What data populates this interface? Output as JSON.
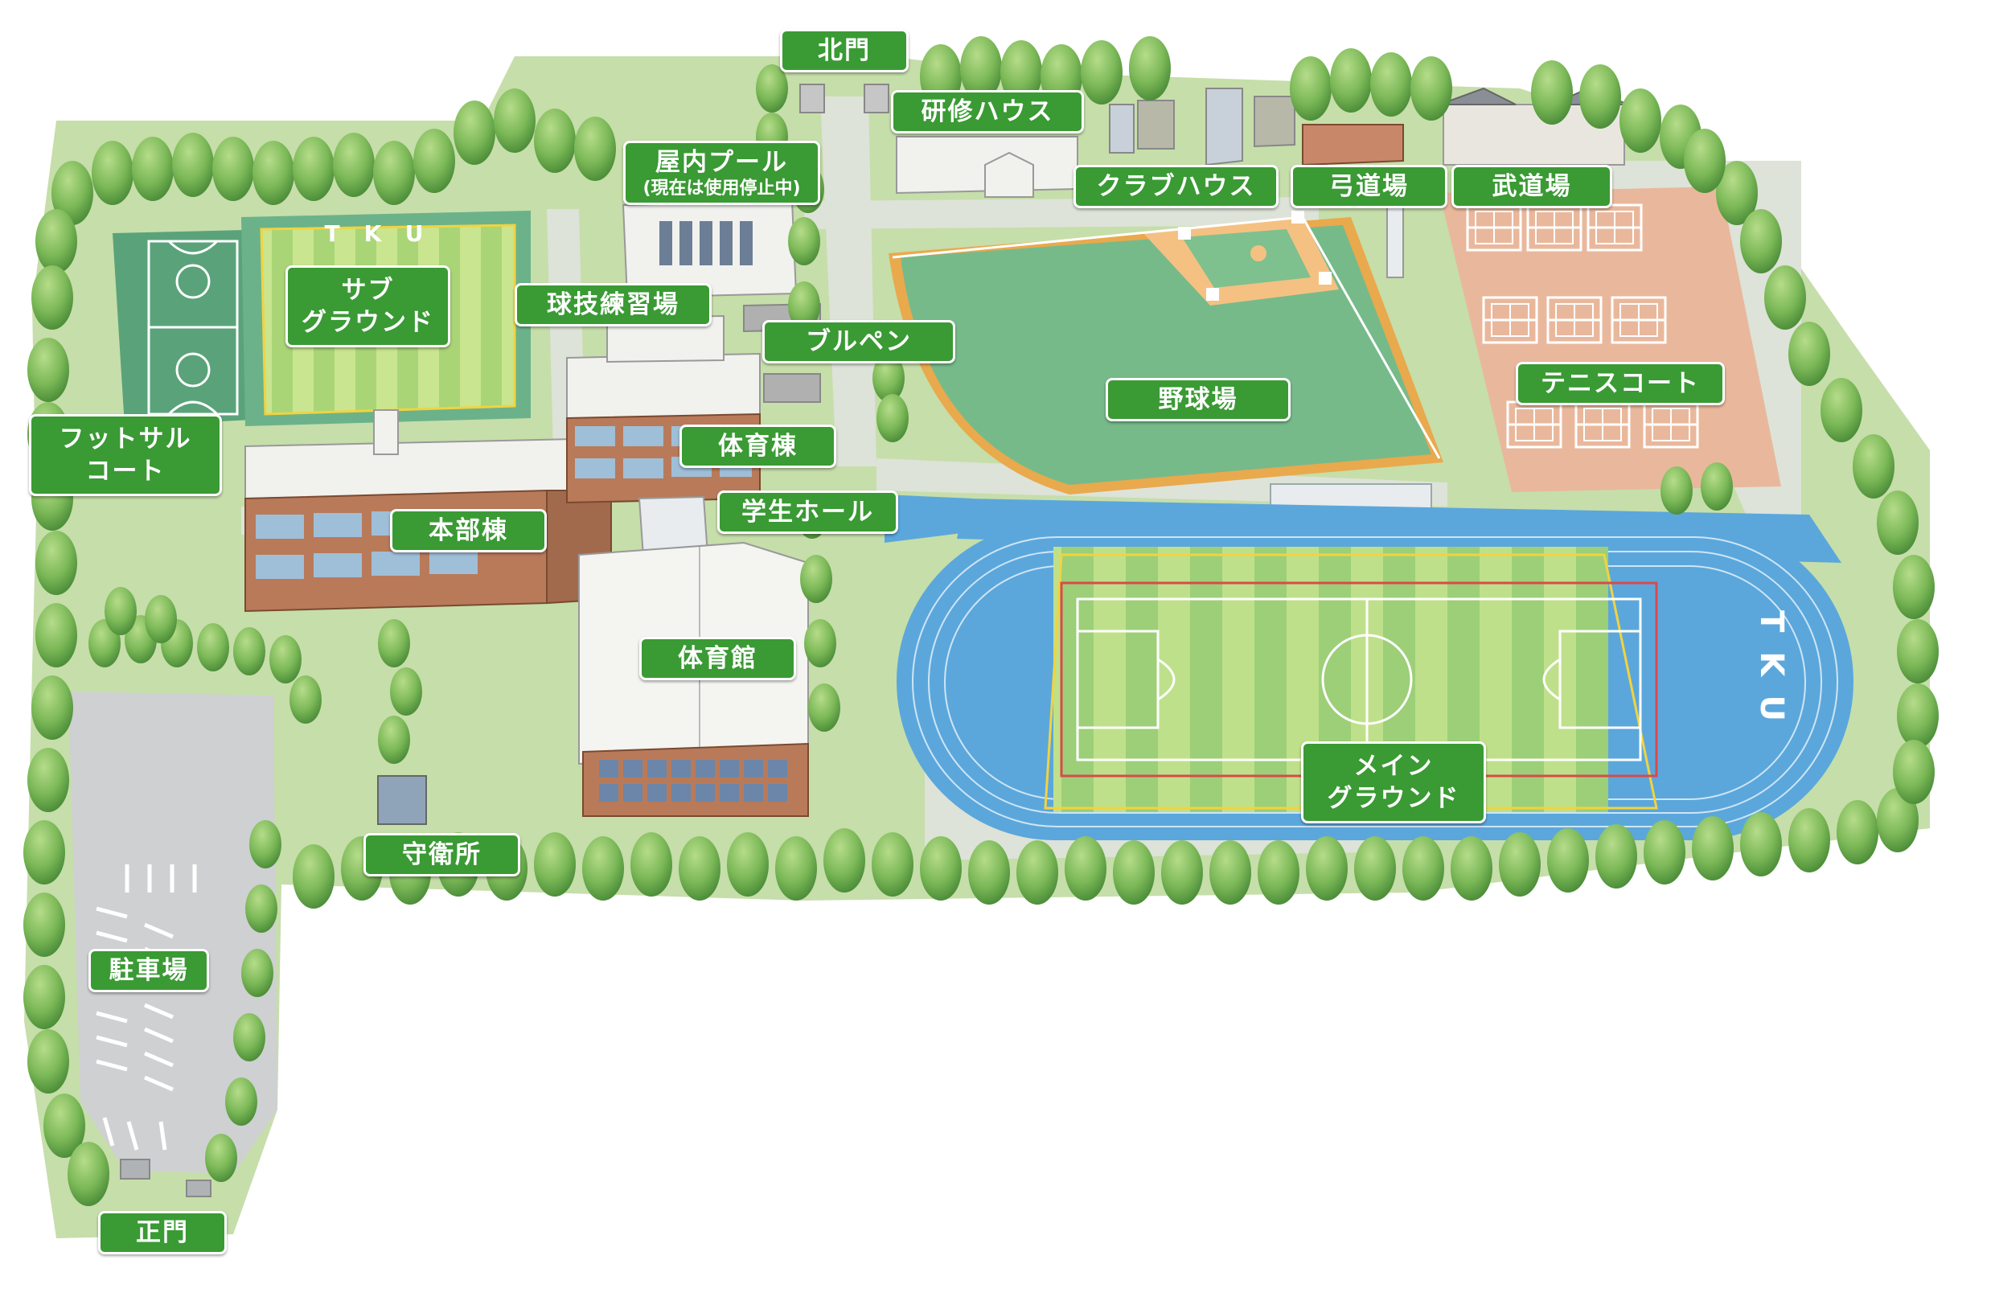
{
  "map": {
    "colors": {
      "ground": "#c6deaa",
      "road": "#dde3d8",
      "tree": "#6aa84a",
      "treeLight": "#9bcb6e",
      "field": "#7fbf7a",
      "track": "#5ba7dc",
      "clay": "#e9b89c",
      "parking": "#cfd0d2",
      "label": "#3a9a34"
    },
    "labels": {
      "north_gate": "北門",
      "training_house": "研修ハウス",
      "indoor_pool": "屋内プール",
      "indoor_pool_note": "(現在は使用停止中)",
      "club_house": "クラブハウス",
      "archery": "弓道場",
      "budo": "武道場",
      "sub_ground_1": "サブ",
      "sub_ground_2": "グラウンド",
      "ball_practice": "球技練習場",
      "bullpen": "ブルペン",
      "tennis": "テニスコート",
      "baseball": "野球場",
      "futsal_1": "フットサル",
      "futsal_2": "コート",
      "gym_building": "体育棟",
      "student_hall": "学生ホール",
      "main_building": "本部棟",
      "gymnasium": "体育館",
      "main_ground_1": "メイン",
      "main_ground_2": "グラウンド",
      "guard_house": "守衛所",
      "parking": "駐車場",
      "main_gate": "正門"
    },
    "field_marks": {
      "sub_ground_text": "TKU",
      "track_text": "TKU"
    }
  }
}
